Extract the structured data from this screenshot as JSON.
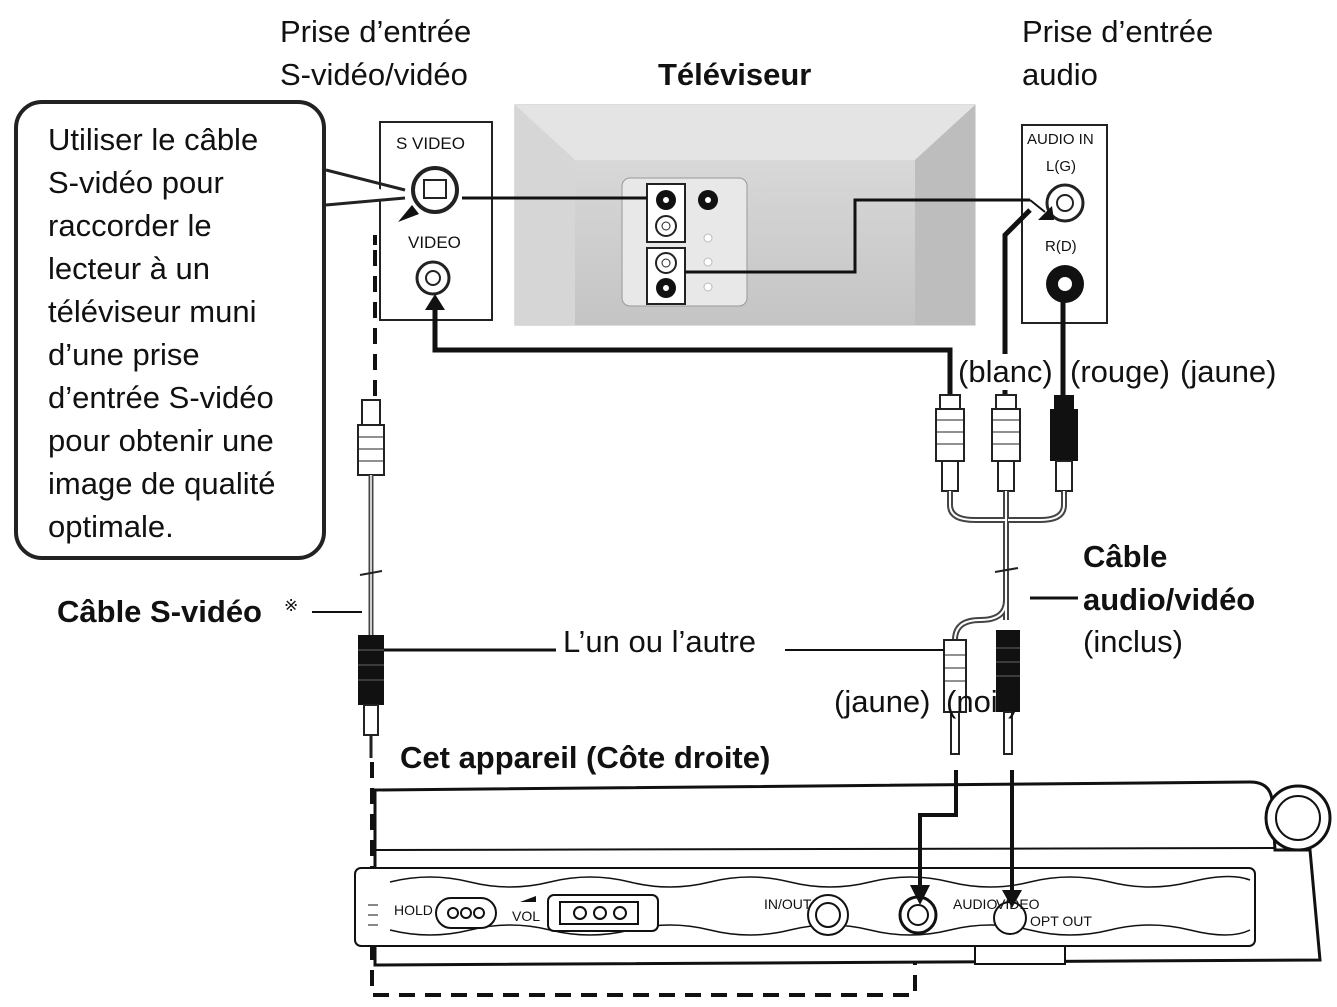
{
  "labels": {
    "svideo_jack_line1": "Prise d’entrée",
    "svideo_jack_line2": "S-vidéo/vidéo",
    "tv": "Téléviseur",
    "audio_jack_line1": "Prise d’entrée",
    "audio_jack_line2": "audio",
    "white": "(blanc)",
    "red": "(rouge)",
    "yellow_top": "(jaune)",
    "av_cable_line1": "Câble",
    "av_cable_line2": "audio/vidéo",
    "av_cable_line3": "(inclus)",
    "svideo_cable": "Câble S-vidéo",
    "svideo_cable_mark": "※",
    "either": "L’un ou l’autre",
    "yellow_bottom": "(jaune)",
    "black": "(noir)",
    "unit": "Cet appareil (Côte droite)"
  },
  "callout": [
    "Utiliser le câble",
    "S-vidéo pour",
    "raccorder le",
    "lecteur à un",
    "téléviseur muni",
    "d’une prise",
    "d’entrée S-vidéo",
    "pour obtenir une",
    "image de qualité",
    "optimale."
  ],
  "panel": {
    "svideo": "S VIDEO",
    "video": "VIDEO",
    "audio_in": "AUDIO IN",
    "left": "L(G)",
    "right": "R(D)"
  },
  "device": {
    "hold": "HOLD",
    "vol": "VOL",
    "inout": "IN/OUT",
    "audio": "AUDIO",
    "video": "VIDEO",
    "optout": "OPT OUT"
  }
}
